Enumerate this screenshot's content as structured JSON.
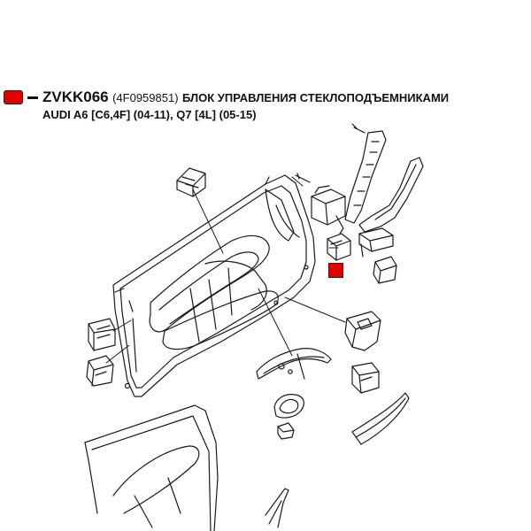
{
  "part": {
    "code": "ZVKK066",
    "oem_number": "(4F0959851)",
    "description": "БЛОК УПРАВЛЕНИЯ СТЕКЛОПОДЪЕМНИКАМИ",
    "applicability": "AUDI A6 [C6,4F] (04-11), Q7 [4L] (05-15)"
  },
  "colors": {
    "highlight": "#e00000",
    "line": "#1a1a1a"
  },
  "icons": {
    "legend": "red-square-marker",
    "highlighted_part": "window-switch-unit"
  }
}
